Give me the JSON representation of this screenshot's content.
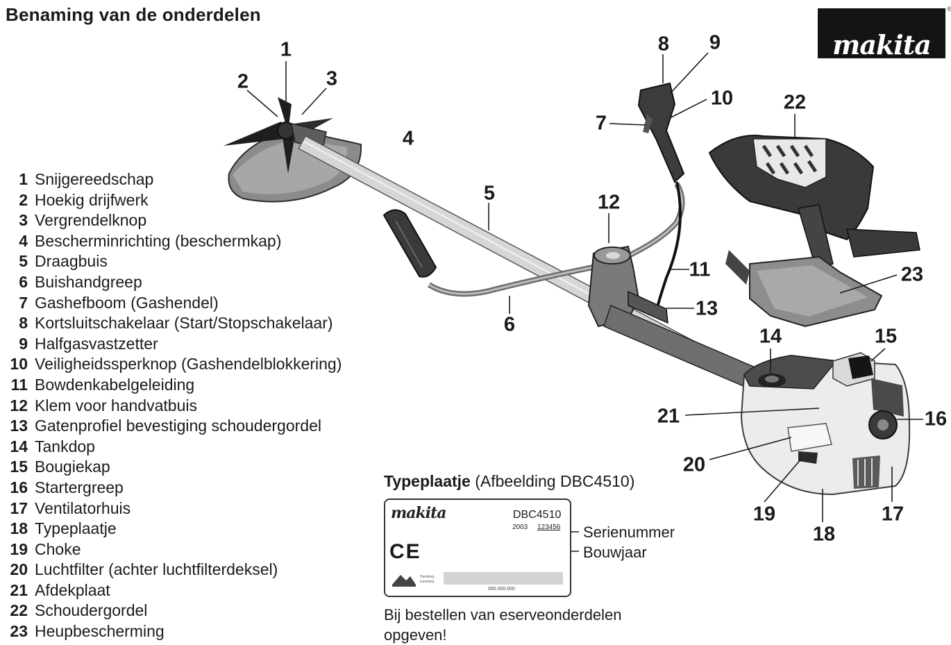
{
  "page_title": "Benaming van de onderdelen",
  "brand": "makita",
  "brand_mark": "®",
  "parts": [
    {
      "num": "1",
      "name": "Snijgereedschap"
    },
    {
      "num": "2",
      "name": "Hoekig drijfwerk"
    },
    {
      "num": "3",
      "name": "Vergrendelknop"
    },
    {
      "num": "4",
      "name": "Bescherminrichting (beschermkap)"
    },
    {
      "num": "5",
      "name": "Draagbuis"
    },
    {
      "num": "6",
      "name": "Buishandgreep"
    },
    {
      "num": "7",
      "name": "Gashefboom (Gashendel)"
    },
    {
      "num": "8",
      "name": "Kortsluitschakelaar (Start/Stopschakelaar)"
    },
    {
      "num": "9",
      "name": "Halfgasvastzetter"
    },
    {
      "num": "10",
      "name": "Veiligheidssperknop (Gashendelblokkering)"
    },
    {
      "num": "11",
      "name": "Bowdenkabelgeleiding"
    },
    {
      "num": "12",
      "name": "Klem voor handvatbuis"
    },
    {
      "num": "13",
      "name": "Gatenprofiel bevestiging schoudergordel"
    },
    {
      "num": "14",
      "name": "Tankdop"
    },
    {
      "num": "15",
      "name": "Bougiekap"
    },
    {
      "num": "16",
      "name": "Startergreep"
    },
    {
      "num": "17",
      "name": "Ventilatorhuis"
    },
    {
      "num": "18",
      "name": "Typeplaatje"
    },
    {
      "num": "19",
      "name": "Choke"
    },
    {
      "num": "20",
      "name": "Luchtfilter (achter luchtfilterdeksel)"
    },
    {
      "num": "21",
      "name": "Afdekplaat"
    },
    {
      "num": "22",
      "name": "Schoudergordel"
    },
    {
      "num": "23",
      "name": "Heupbescherming"
    }
  ],
  "nameplate": {
    "heading_bold": "Typeplaatje",
    "heading_rest": "(Afbeelding DBC4510)",
    "brand": "makita",
    "model": "DBC4510",
    "year": "2003",
    "serial": "123456",
    "ce_mark": "CE",
    "maker_lines": [
      "Hamburg",
      "Germany"
    ],
    "code": "000.000.000",
    "serial_label": "Serienummer",
    "year_label": "Bouwjaar"
  },
  "order_note": [
    "Bij bestellen van eserveonderdelen",
    "opgeven!"
  ],
  "colors": {
    "text": "#1a1a1a",
    "drawing_dark": "#2b2b2b",
    "drawing_mid": "#7a7a7a",
    "drawing_light": "#c9c9c9"
  }
}
